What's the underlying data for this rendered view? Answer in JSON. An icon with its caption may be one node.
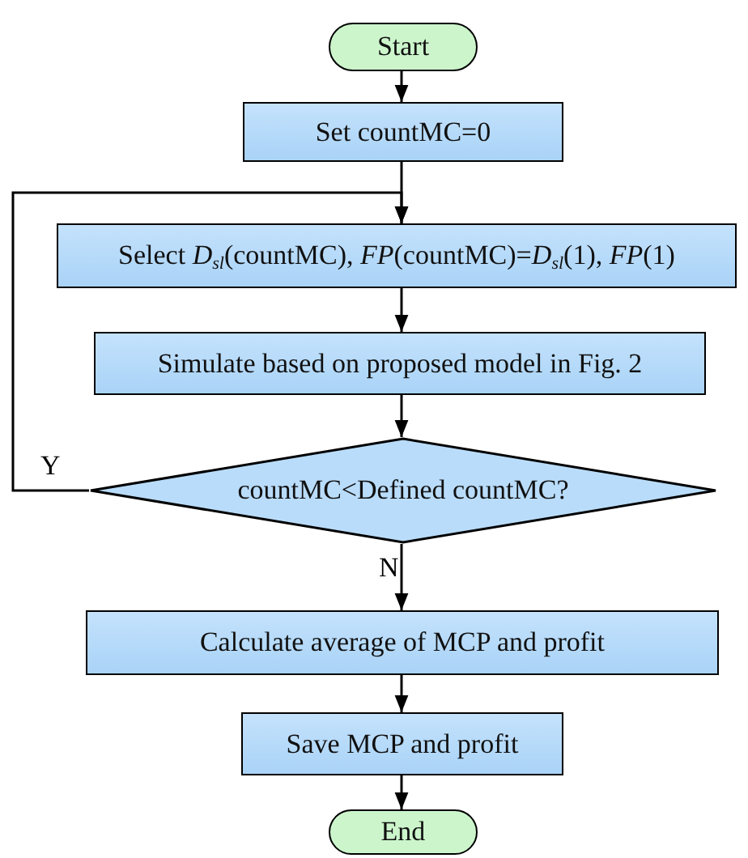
{
  "diagram": {
    "nodes": [
      {
        "text": [
          "Start"
        ]
      },
      {
        "text": [
          "Set countMC=0"
        ]
      },
      {
        "text": [
          "Select *D*$_{sl}$(countMC), *FP*(countMC)=*D*$_{sl}$(1), *FP*(1)"
        ]
      },
      {
        "text": [
          "Simulate based on proposed model in Fig. 2"
        ]
      },
      {
        "text": [
          "countMC<Defined countMC?"
        ]
      },
      {
        "text": [
          "Calculate average of MCP and profit"
        ]
      },
      {
        "text": [
          "Save MCP and profit"
        ]
      },
      {
        "text": [
          "End"
        ]
      }
    ],
    "edges": [
      {
        "from": 0,
        "to": 1,
        "arrow": "to"
      },
      {
        "from": 1,
        "to": 2,
        "arrow": "to"
      },
      {
        "from": 2,
        "to": 3,
        "arrow": "to"
      },
      {
        "from": 3,
        "to": 4,
        "arrow": "to"
      },
      {
        "from": 4,
        "to": 5,
        "arrow": "to",
        "label": "N"
      },
      {
        "from": 4,
        "to": 2,
        "arrow": "to",
        "label": "Y"
      },
      {
        "from": 5,
        "to": 6,
        "arrow": "to"
      },
      {
        "from": 6,
        "to": 7,
        "arrow": "to"
      }
    ]
  }
}
